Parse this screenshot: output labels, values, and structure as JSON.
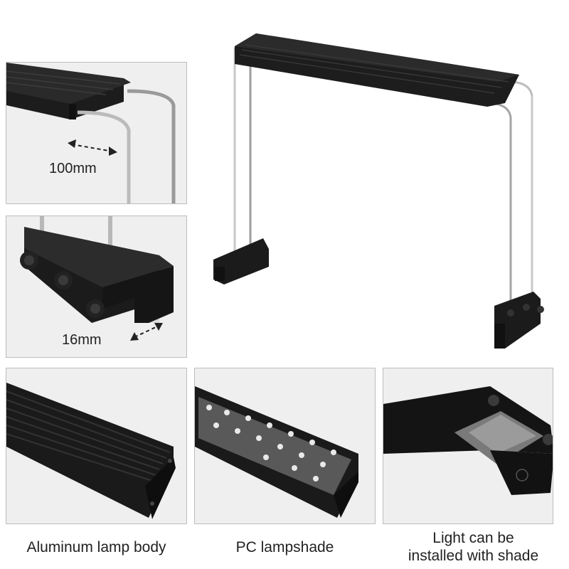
{
  "measurements": {
    "bracket_width": "100mm",
    "clamp_width": "16mm"
  },
  "captions": {
    "body": "Aluminum lamp body",
    "shade": "PC lampshade",
    "install_line1": "Light can be",
    "install_line2": "installed with shade"
  },
  "colors": {
    "lamp_body": "#1a1a1a",
    "panel_bg": "#efefef",
    "steel_leg": "#c8c8c8"
  }
}
